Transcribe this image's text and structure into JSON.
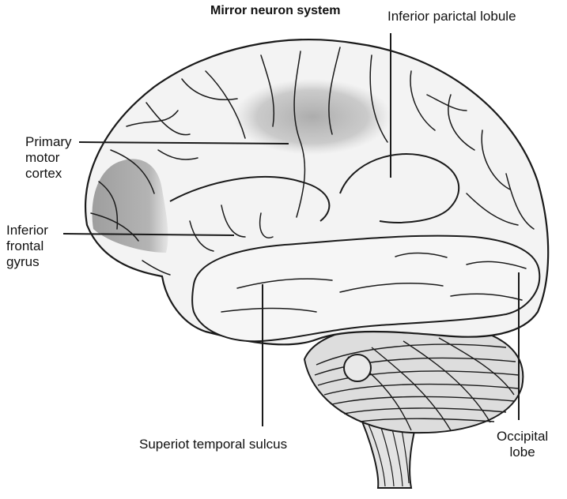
{
  "title": "Mirror neuron system",
  "labels": {
    "inferior_parietal_lobule": "Inferior parictal lobule",
    "primary_motor_cortex": [
      "Primary",
      "motor",
      "cortex"
    ],
    "inferior_frontal_gyrus": [
      "Inferior",
      "frontal",
      "gyrus"
    ],
    "superior_temporal_sulcus": "Superiot temporal sulcus",
    "occipital_lobe": [
      "Occipital",
      "lobe"
    ]
  },
  "colors": {
    "outline": "#1a1a1a",
    "highlight": "#b8b8b8",
    "tissue": "#f2f2f2",
    "cerebellum": "#d9d9d9"
  }
}
